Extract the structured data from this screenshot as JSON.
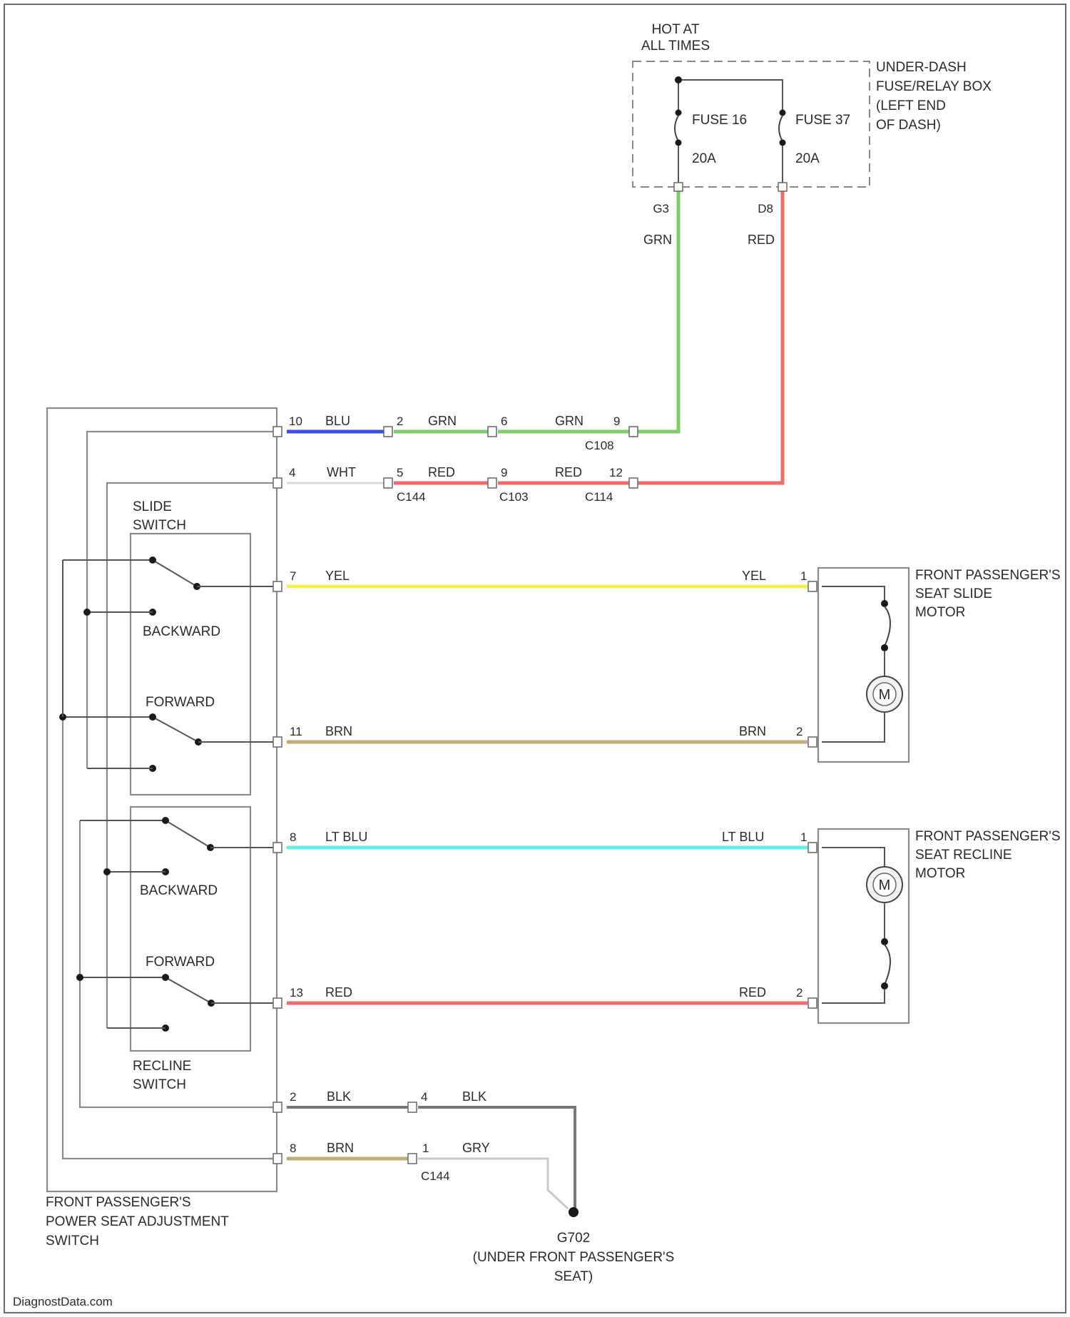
{
  "colors": {
    "GRN": "#7ccc6a",
    "RED": "#f06a6a",
    "BLU": "#3a4cf0",
    "WHT": "#d9d9d9",
    "YEL": "#f2f24a",
    "BRN": "#bfae7a",
    "LT_BLU": "#5ff0ea",
    "BLK": "#777777",
    "GRY": "#c8c8c8"
  },
  "power": {
    "hot_label_1": "HOT AT",
    "hot_label_2": "ALL TIMES",
    "box_label_1": "UNDER-DASH",
    "box_label_2": "FUSE/RELAY BOX",
    "box_label_3": "(LEFT END",
    "box_label_4": "OF DASH)",
    "fuse_a_name": "FUSE 16",
    "fuse_a_rating": "20A",
    "fuse_b_name": "FUSE 37",
    "fuse_b_rating": "20A",
    "pin_a": "G3",
    "pin_b": "D8",
    "wire_a_color": "GRN",
    "wire_b_color": "RED"
  },
  "switch": {
    "label_1": "FRONT PASSENGER'S",
    "label_2": "POWER SEAT ADJUSTMENT",
    "label_3": "SWITCH",
    "slide_label_1": "SLIDE",
    "slide_label_2": "SWITCH",
    "recline_label_1": "RECLINE",
    "recline_label_2": "SWITCH",
    "slide_backward": "BACKWARD",
    "slide_forward": "FORWARD",
    "recline_backward": "BACKWARD",
    "recline_forward": "FORWARD"
  },
  "row1": {
    "pin1": "10",
    "c1": "BLU",
    "pin2": "2",
    "c2": "GRN",
    "pin3": "6",
    "c3": "GRN",
    "pin4": "9",
    "conn": "C108"
  },
  "row2": {
    "pin1": "4",
    "c1": "WHT",
    "pin2": "5",
    "c2": "RED",
    "pin3": "9",
    "c3": "RED",
    "pin4": "12",
    "conn_a": "C144",
    "conn_b": "C103",
    "conn_c": "C114"
  },
  "motors": {
    "slide_label_1": "FRONT PASSENGER'S",
    "slide_label_2": "SEAT SLIDE",
    "slide_label_3": "MOTOR",
    "recline_label_1": "FRONT PASSENGER'S",
    "recline_label_2": "SEAT RECLINE",
    "recline_label_3": "MOTOR",
    "m_symbol": "M"
  },
  "row3": {
    "pin_left": "7",
    "c_left": "YEL",
    "c_right": "YEL",
    "pin_right": "1"
  },
  "row4": {
    "pin_left": "11",
    "c_left": "BRN",
    "c_right": "BRN",
    "pin_right": "2"
  },
  "row5": {
    "pin_left": "8",
    "c_left": "LT BLU",
    "c_right": "LT BLU",
    "pin_right": "1"
  },
  "row6": {
    "pin_left": "13",
    "c_left": "RED",
    "c_right": "RED",
    "pin_right": "2"
  },
  "row7": {
    "pin_left": "2",
    "c_left": "BLK",
    "pin_mid": "4",
    "c_mid": "BLK"
  },
  "row8": {
    "pin_left": "8",
    "c_left": "BRN",
    "pin_mid": "1",
    "c_mid": "GRY",
    "conn": "C144"
  },
  "ground": {
    "name": "G702",
    "loc_1": "(UNDER FRONT PASSENGER'S",
    "loc_2": "SEAT)"
  },
  "watermark": "DiagnostData.com"
}
